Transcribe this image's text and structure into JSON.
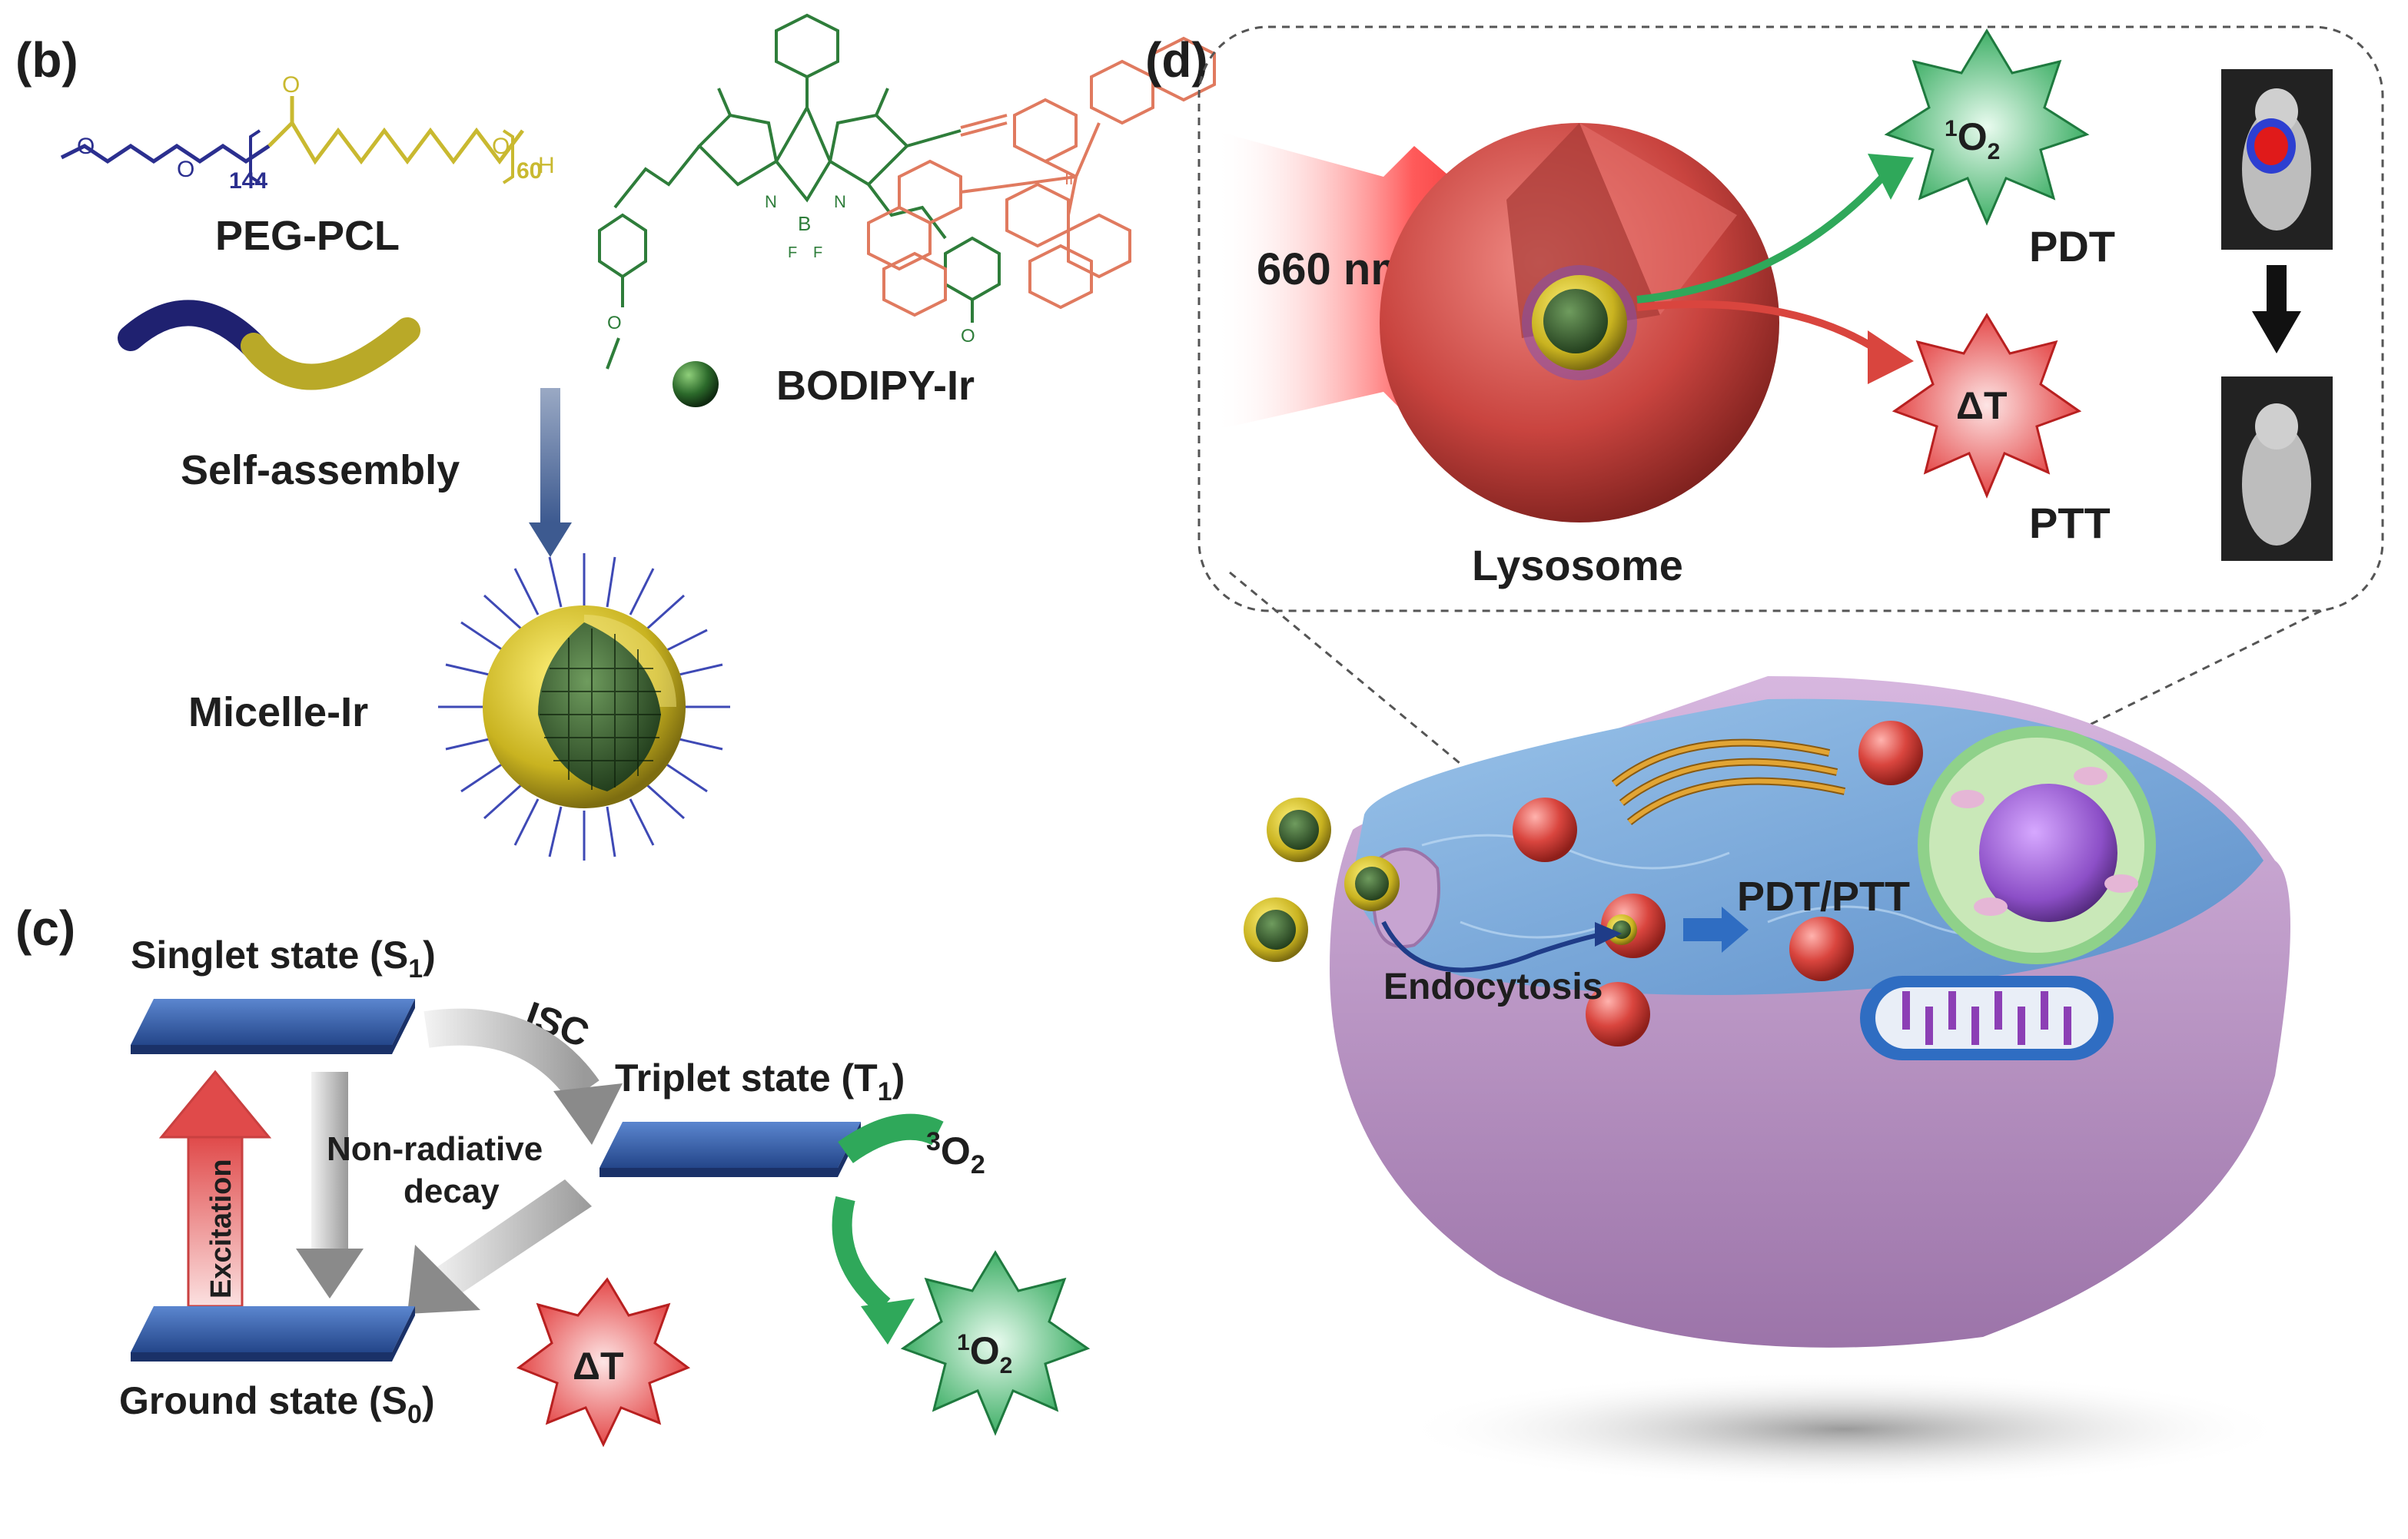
{
  "panels": {
    "b": "(b)",
    "c": "(c)",
    "d": "(d)"
  },
  "panel_b": {
    "polymer_label": "PEG-PCL",
    "subscript_peg": "144",
    "subscript_pcl": "60",
    "terminal_h": "H",
    "dye_label": "BODIPY-Ir",
    "assembly_label": "Self-assembly",
    "micelle_label": "Micelle-Ir",
    "colors": {
      "peg": "#2b2f8f",
      "pcl": "#c9b930",
      "bodipy": "#2e7d3a",
      "iridium": "#e07a5f"
    }
  },
  "panel_c": {
    "singlet_prefix": "Singlet state (S",
    "singlet_sub": "1",
    "triplet_prefix": "Triplet state (T",
    "triplet_sub": "1",
    "ground_prefix": "Ground state (S",
    "ground_sub": "0",
    "isc": "ISC",
    "nonrad_line1": "Non-radiative",
    "nonrad_line2": "decay",
    "excitation": "Excitation",
    "oxygen_triplet_sup": "3",
    "oxygen_triplet": "O",
    "oxygen_triplet_sub": "2",
    "singlet_oxygen_sup": "1",
    "singlet_oxygen": "O",
    "singlet_oxygen_sub": "2",
    "heat": "ΔT",
    "colors": {
      "level": "#2f5aa8",
      "excitation": "#e04a4a",
      "oxygen": "#2fa85a",
      "heat": "#e23b3b"
    }
  },
  "panel_d": {
    "laser": "660 nm",
    "lysosome": "Lysosome",
    "singlet_oxygen_sup": "1",
    "singlet_oxygen": "O",
    "singlet_oxygen_sub": "2",
    "heat": "ΔT",
    "pdt": "PDT",
    "ptt": "PTT",
    "therapy": "PDT/PTT",
    "endocytosis": "Endocytosis",
    "colors": {
      "cell": "#b98fc4",
      "cytoplasm": "#6fa3d8",
      "lysosome": "#d9534f",
      "nucleus": "#8c4fc7"
    }
  }
}
